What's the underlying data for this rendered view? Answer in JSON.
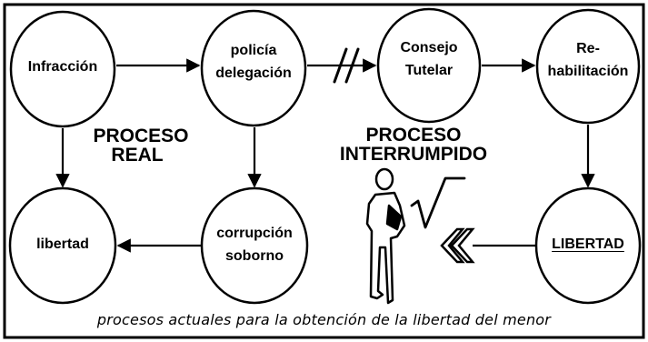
{
  "nodes": {
    "infraccion": {
      "line1": "Infracción"
    },
    "policia": {
      "line1": "policía",
      "line2": "delegación"
    },
    "consejo": {
      "line1": "Consejo",
      "line2": "Tutelar"
    },
    "rehabilitacion": {
      "line1": "Re-",
      "line2": "habilitación"
    },
    "libertad": {
      "line1": "libertad"
    },
    "corrupcion": {
      "line1": "corrupción",
      "line2": "soborno"
    },
    "libertad_final": {
      "line1": "LIBERTAD"
    }
  },
  "labels": {
    "real": {
      "line1": "PROCESO",
      "line2": "REAL"
    },
    "interrumpido": {
      "line1": "PROCESO",
      "line2": "INTERRUMPIDO"
    }
  },
  "caption": "procesos actuales para la obtención de la libertad  del menor",
  "colors": {
    "ink": "#000000",
    "paper": "#ffffff"
  },
  "icons": [
    "person-icon",
    "checkmark-icon",
    "double-chevron-left-icon",
    "interruption-slash-icon"
  ]
}
